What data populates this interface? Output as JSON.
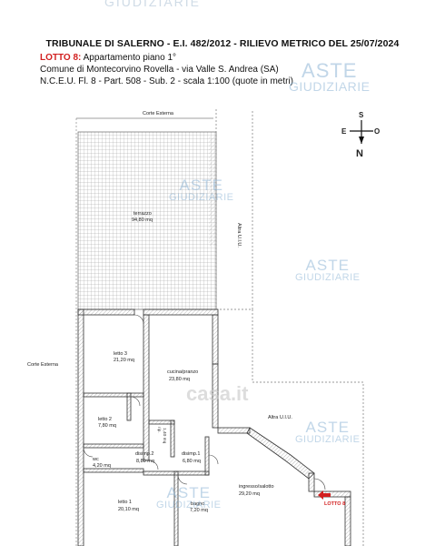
{
  "header": {
    "title": "TRIBUNALE DI SALERNO - E.I. 482/2012 - RILIEVO METRICO DEL 25/07/2024",
    "lotto_label": "LOTTO 8:",
    "lotto_desc": "Appartamento piano 1°",
    "line3": "Comune di Montecorvino Rovella  - via Valle S. Andrea (SA)",
    "line4": "N.C.E.U. Fl. 8 - Part. 508 - Sub. 2 - scala 1:100 (quote in metri)"
  },
  "watermark": {
    "top": "GIUDIZIARIE",
    "aste": "ASTE",
    "giudiziarie": "GIUDIZIARIE",
    "casa": "casa.it"
  },
  "compass": {
    "s": "S",
    "e": "E",
    "o": "O",
    "n": "N"
  },
  "plan": {
    "corte_esterna_top": "Corte Esterna",
    "corte_esterna_left": "Corte Esterna",
    "altra_uiu_vertical": "Altra U.I.U.",
    "altra_uiu_right": "Altra U.I.U.",
    "terrazzo": "terrazzo",
    "terrazzo_area": "94,80 mq",
    "letto3": "letto 3",
    "letto3_area": "21,20 mq",
    "cucina": "cucina/pranzo",
    "cucina_area": "23,80 mq",
    "letto2": "letto 2",
    "letto2_area": "7,80 mq",
    "rip": "rip.",
    "rip_area": "1,40 mq",
    "wc": "wc",
    "wc_area": "4,20 mq",
    "disimp2": "disimp.2",
    "disimp2_area": "8,80 mq",
    "disimp1": "disimp.1",
    "disimp1_area": "6,80 mq",
    "ingresso": "ingresso/salotto",
    "ingresso_area": "29,20 mq",
    "letto1": "letto 1",
    "letto1_area": "20,10 mq",
    "bagno": "bagno",
    "bagno_area": "7,20 mq",
    "lotto_marker": "LOTTO 8"
  },
  "colors": {
    "accent_red": "#d21f1f",
    "watermark_blue": "#8fb6d6",
    "wall": "#555555"
  }
}
